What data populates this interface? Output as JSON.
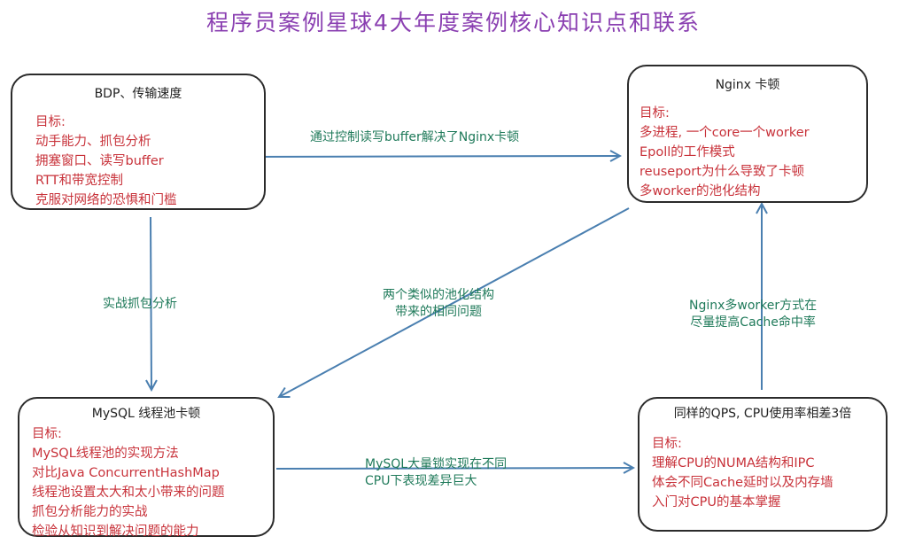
{
  "title": "程序员案例星球4大年度案例核心知识点和联系",
  "boxes": {
    "bdp": {
      "heading": "BDP、传输速度",
      "lines": [
        "目标:",
        "动手能力、抓包分析",
        "拥塞窗口、读写buffer",
        "RTT和带宽控制",
        "克服对网络的恐惧和门槛"
      ]
    },
    "nginx": {
      "heading": "Nginx 卡顿",
      "lines": [
        "目标:",
        "多进程, 一个core一个worker",
        "Epoll的工作模式",
        "reuseport为什么导致了卡顿",
        "多worker的池化结构"
      ]
    },
    "mysql": {
      "heading": "MySQL 线程池卡顿",
      "lines": [
        "目标:",
        "MySQL线程池的实现方法",
        "对比Java ConcurrentHashMap",
        "线程池设置太大和太小带来的问题",
        "抓包分析能力的实战",
        "检验从知识到解决问题的能力"
      ]
    },
    "cpu": {
      "heading": "同样的QPS, CPU使用率相差3倍",
      "lines": [
        "目标:",
        "理解CPU的NUMA结构和IPC",
        "体会不同Cache延时以及内存墙",
        "入门对CPU的基本掌握"
      ]
    }
  },
  "edges": {
    "bdp_nginx": [
      "通过控制读写buffer解决了Nginx卡顿"
    ],
    "bdp_mysql": [
      "实战抓包分析"
    ],
    "nginx_mysql": [
      "两个类似的池化结构",
      "带来的相同问题"
    ],
    "mysql_cpu": [
      "MySQL大量锁实现在不同",
      "CPU下表现差异巨大"
    ],
    "cpu_nginx": [
      "Nginx多worker方式在",
      "尽量提高Cache命中率"
    ]
  },
  "colors": {
    "title": "#8a3fb1",
    "box_text": "#c8323a",
    "edge_label": "#1f7a5a",
    "arrow": "#4a7fb0"
  }
}
